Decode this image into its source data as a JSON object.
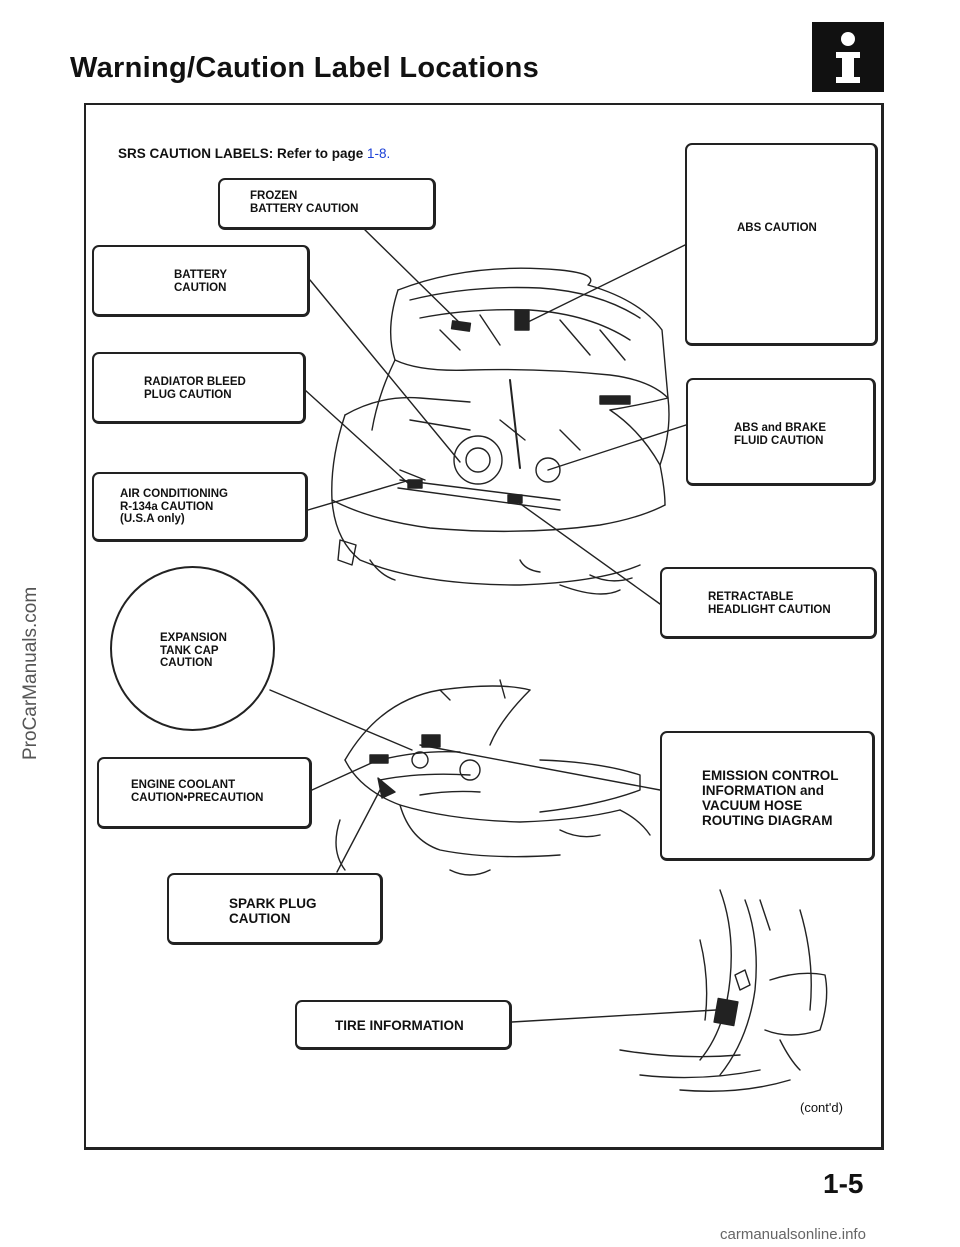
{
  "header": {
    "title": "Warning/Caution  Label  Locations",
    "info_icon": "info-icon"
  },
  "srs_note": {
    "text": "SRS  CAUTION  LABELS:  Refer  to  page ",
    "page_ref": "1-8."
  },
  "labels": {
    "frozen_battery": "FROZEN\nBATTERY CAUTION",
    "battery": "BATTERY\nCAUTION",
    "radiator_bleed": "RADIATOR  BLEED\nPLUG CAUTION",
    "air_conditioning": "AIR  CONDITIONING\nR-134a  CAUTION\n(U.S.A only)",
    "expansion_tank": "EXPANSION\nTANK CAP\nCAUTION",
    "engine_coolant": "ENGINE COOLANT\nCAUTION•PRECAUTION",
    "spark_plug": "SPARK  PLUG\nCAUTION",
    "tire_information": "TIRE  INFORMATION",
    "abs": "ABS CAUTION",
    "abs_brake": "ABS  and  BRAKE\nFLUID  CAUTION",
    "retractable_headlight": "RETRACTABLE\nHEADLIGHT CAUTION",
    "emission_control": "EMISSION  CONTROL\nINFORMATION and\nVACUUM  HOSE\nROUTING  DIAGRAM"
  },
  "footer": {
    "contd": "(cont'd)",
    "page_number": "1-5",
    "watermark_left": "ProCarManuals.com",
    "watermark_bottom": "carmanualsonline.info"
  }
}
